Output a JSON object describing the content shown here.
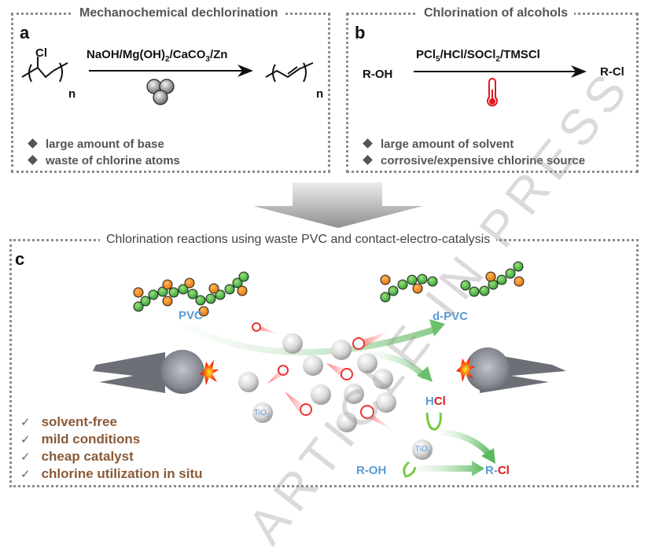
{
  "panel_a": {
    "letter": "a",
    "title": "Mechanochemical dechlorination",
    "reactant_label": "Cl",
    "subscript_n": "n",
    "reagents": [
      "NaOH/Mg(OH)",
      "2",
      "/CaCO",
      "3",
      "/Zn"
    ],
    "bullets": [
      "large amount of base",
      "waste of chlorine atoms"
    ]
  },
  "panel_b": {
    "letter": "b",
    "title": "Chlorination of alcohols",
    "reactant": "R-OH",
    "product": "R-Cl",
    "reagents": [
      "PCl",
      "5",
      "/HCl/SOCl",
      "2",
      "/TMSCl"
    ],
    "bullets": [
      "large amount of solvent",
      "corrosive/expensive chlorine source"
    ]
  },
  "panel_c": {
    "letter": "c",
    "title": "Chlorination reactions using waste PVC and contact-electro-catalysis",
    "pvc_label": "PVC",
    "dpvc_label": "d-PVC",
    "catalyst_label": "TiO",
    "catalyst_sub": "2",
    "hcl": {
      "h": "H",
      "cl": "Cl"
    },
    "roh": "R-OH",
    "rcl": {
      "r": "R-",
      "cl": "Cl"
    },
    "checks": [
      "solvent-free",
      "mild conditions",
      "cheap catalyst",
      "chlorine utilization in situ"
    ],
    "check_mark": "✓"
  },
  "watermark": "ARTICLE IN PRESS",
  "colors": {
    "chlorine_orange": "#f08a1c",
    "carbon_green": "#4cb84a",
    "label_blue": "#5b9bd5",
    "chlorine_red": "#e0181b",
    "benefit_brown": "#8a5a37",
    "border_gray": "#8c8c8c"
  }
}
